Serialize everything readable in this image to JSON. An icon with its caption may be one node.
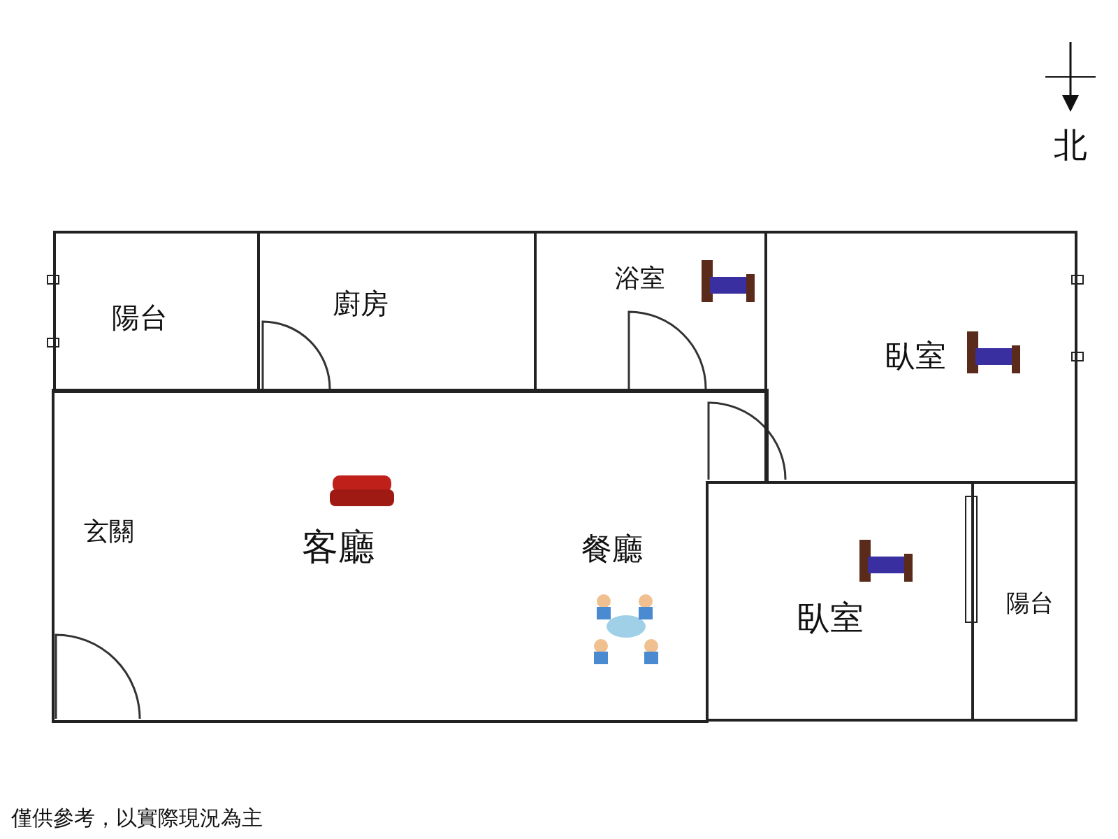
{
  "diagram": {
    "nodes": [
      {
        "text": [
          "陽台"
        ]
      },
      {
        "text": [
          "廚房"
        ]
      },
      {
        "text": [
          "浴室"
        ]
      },
      {
        "text": [
          "臥室"
        ]
      },
      {
        "text": [
          "玄關",
          "客廳",
          "餐廳"
        ]
      },
      {
        "text": [
          "臥室"
        ]
      },
      {
        "text": [
          "陽台"
        ]
      }
    ],
    "edges": [],
    "labels": [
      "北",
      "僅供參考，以實際現況為主"
    ]
  }
}
